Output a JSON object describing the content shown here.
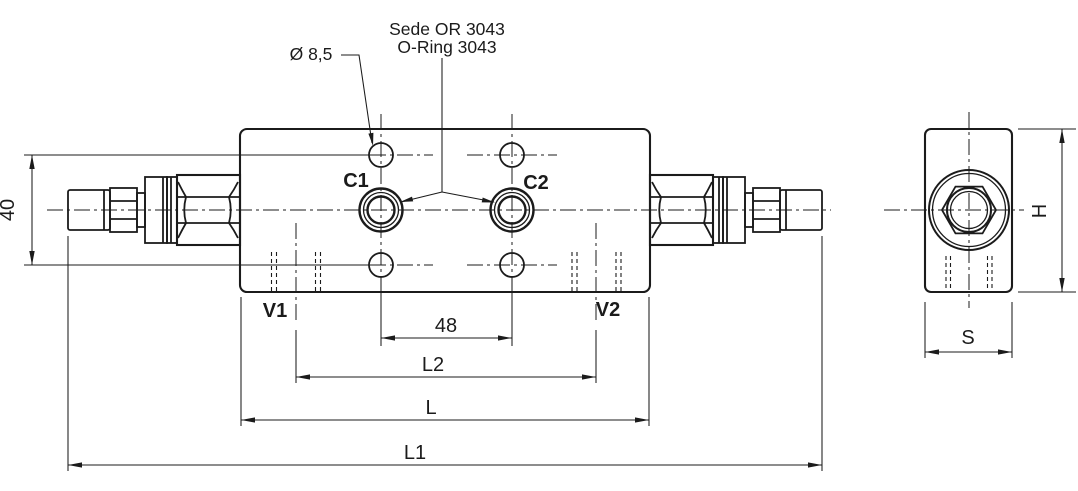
{
  "annotations": {
    "hole_diameter": "Ø 8,5",
    "oring_seat_line1": "Sede OR 3043",
    "oring_seat_line2": "O-Ring 3043"
  },
  "port_labels": {
    "c1": "C1",
    "c2": "C2",
    "v1": "V1",
    "v2": "V2"
  },
  "dimensions": {
    "hole_vertical_spacing": "40",
    "port_horizontal_spacing": "48",
    "l2": "L2",
    "l": "L",
    "l1": "L1",
    "h": "H",
    "s": "S"
  },
  "colors": {
    "line": "#1b1b1b",
    "background": "#ffffff"
  }
}
